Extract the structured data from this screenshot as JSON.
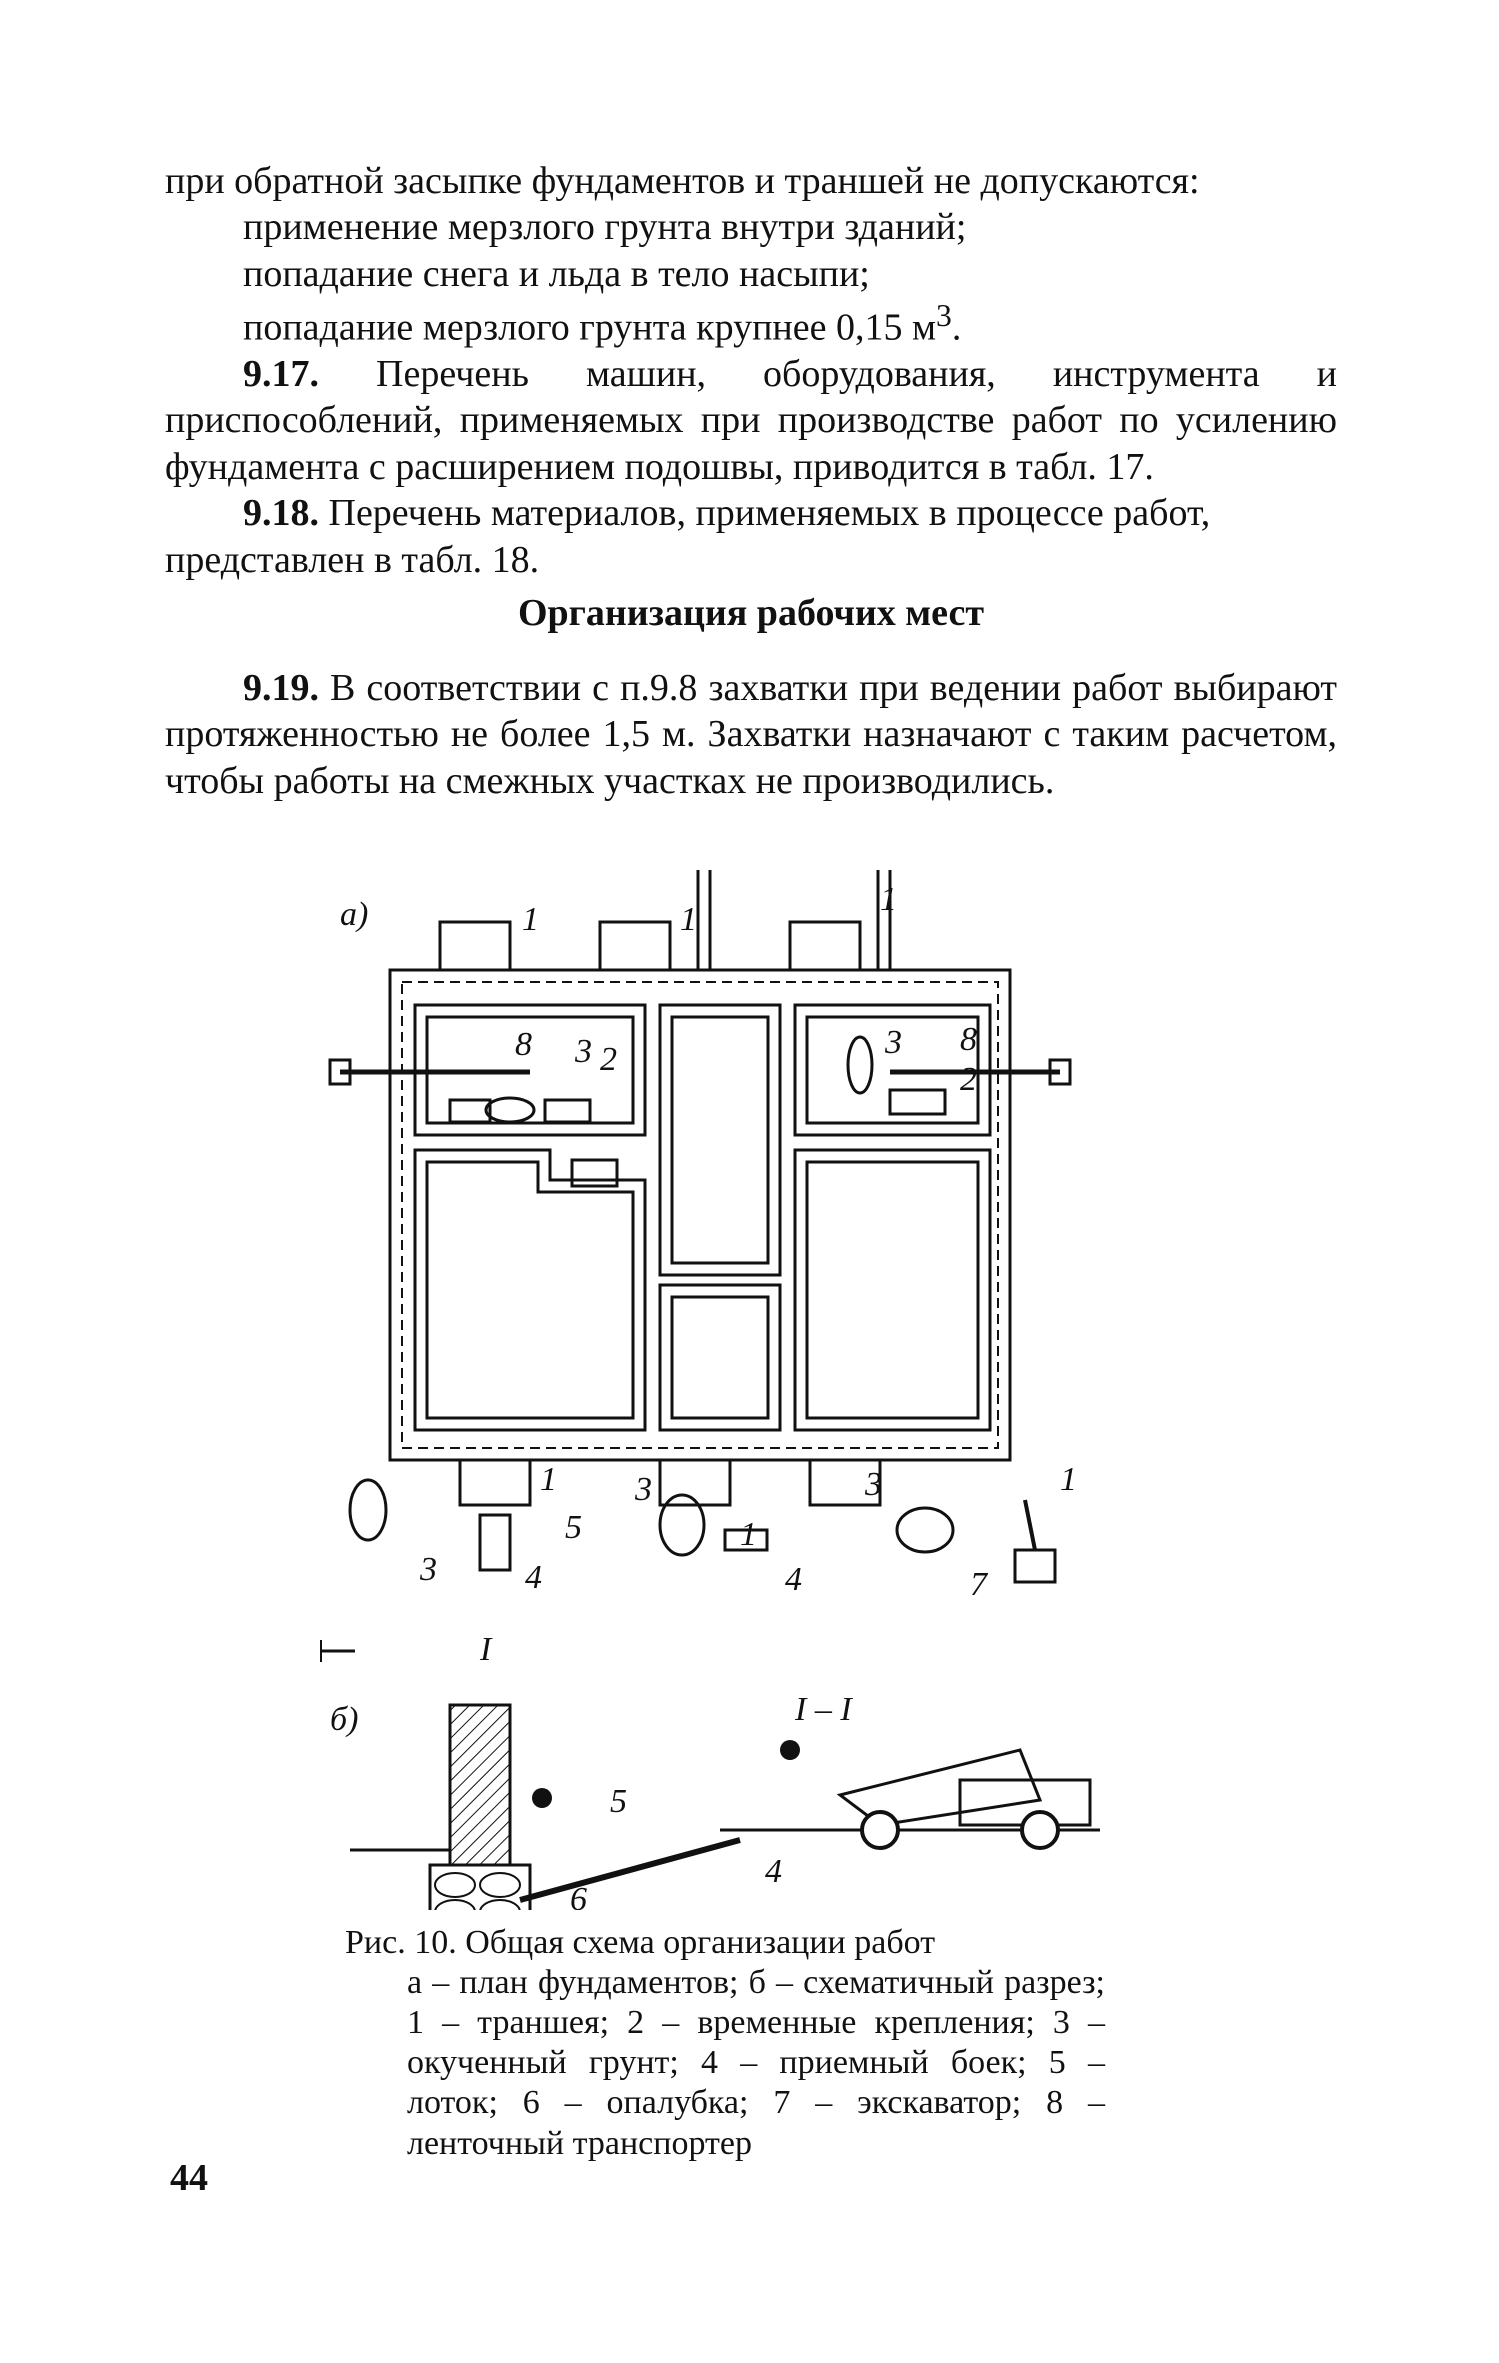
{
  "paragraphs_top": {
    "p1": "при обратной засыпке фундаментов и траншей не допускаются:",
    "list1": "применение мерзлого грунта внутри зданий;",
    "list2": "попадание снега и льда в тело насыпи;",
    "list3_pre": "попадание мерзлого грунта крупнее 0,15 м",
    "list3_sup": "3",
    "list3_post": ".",
    "p917_num": "9.17.",
    "p917_text": " Перечень машин, оборудования, инструмента и приспособлений, применяемых при производстве работ по усилению фундамента с расширением подошвы, приводится в табл. 17.",
    "p918_num": "9.18.",
    "p918_text": " Перечень материалов, применяемых в процессе работ, представлен в табл. 18."
  },
  "heading": "Организация рабочих мест",
  "paragraph_919": {
    "num": "9.19.",
    "text": " В соответствии с п.9.8 захватки при ведении работ выбирают протяженностью не более 1,5 м. Захватки назначают с таким расчетом, чтобы работы на смежных участках не производились."
  },
  "figure": {
    "label_a": "а)",
    "label_b": "б)",
    "section_mark": "I",
    "section_title": "I – I",
    "callouts": {
      "n1": "1",
      "n2": "2",
      "n3": "3",
      "n4": "4",
      "n5": "5",
      "n6": "6",
      "n7": "7",
      "n8": "8"
    }
  },
  "caption": {
    "title": "Рис. 10. Общая схема организации работ",
    "body": "а – план фундаментов; б – схематичный разрез; 1 – траншея; 2 – временные крепления; 3 – окученный грунт; 4 – приемный боек; 5 – лоток; 6 – опалубка; 7 – экскаватор; 8 – ленточный транспортер"
  },
  "page_number": "44"
}
